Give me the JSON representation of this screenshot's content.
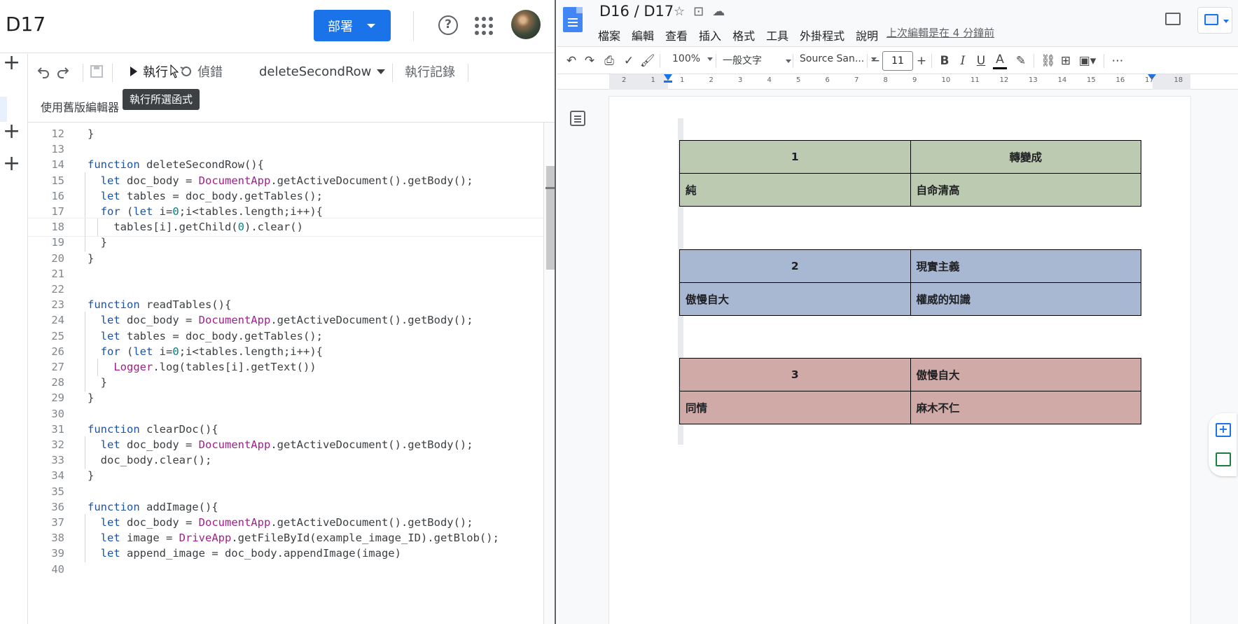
{
  "apps_script": {
    "project_title": "D17",
    "deploy_label": "部署",
    "toolbar": {
      "run_label": "執行",
      "debug_label": "偵錯",
      "function_selected": "deleteSecondRow",
      "exec_log_label": "執行記錄"
    },
    "tooltip": "執行所選函式",
    "legacy_editor_label": "使用舊版編輯器",
    "code_lines": [
      {
        "n": "12",
        "code": "}"
      },
      {
        "n": "13",
        "code": ""
      },
      {
        "n": "14",
        "code": "function deleteSecondRow(){"
      },
      {
        "n": "15",
        "code": "  let doc_body = DocumentApp.getActiveDocument().getBody();"
      },
      {
        "n": "16",
        "code": "  let tables = doc_body.getTables();"
      },
      {
        "n": "17",
        "code": "  for (let i=0;i<tables.length;i++){"
      },
      {
        "n": "18",
        "code": "    tables[i].getChild(0).clear()"
      },
      {
        "n": "19",
        "code": "  }"
      },
      {
        "n": "20",
        "code": "}"
      },
      {
        "n": "21",
        "code": ""
      },
      {
        "n": "22",
        "code": ""
      },
      {
        "n": "23",
        "code": "function readTables(){"
      },
      {
        "n": "24",
        "code": "  let doc_body = DocumentApp.getActiveDocument().getBody();"
      },
      {
        "n": "25",
        "code": "  let tables = doc_body.getTables();"
      },
      {
        "n": "26",
        "code": "  for (let i=0;i<tables.length;i++){"
      },
      {
        "n": "27",
        "code": "    Logger.log(tables[i].getText())"
      },
      {
        "n": "28",
        "code": "  }"
      },
      {
        "n": "29",
        "code": "}"
      },
      {
        "n": "30",
        "code": ""
      },
      {
        "n": "31",
        "code": "function clearDoc(){"
      },
      {
        "n": "32",
        "code": "  let doc_body = DocumentApp.getActiveDocument().getBody();"
      },
      {
        "n": "33",
        "code": "  doc_body.clear();"
      },
      {
        "n": "34",
        "code": "}"
      },
      {
        "n": "35",
        "code": ""
      },
      {
        "n": "36",
        "code": "function addImage(){"
      },
      {
        "n": "37",
        "code": "  let doc_body = DocumentApp.getActiveDocument().getBody();"
      },
      {
        "n": "38",
        "code": "  let image = DriveApp.getFileById(example_image_ID).getBlob();"
      },
      {
        "n": "39",
        "code": "  let append_image = doc_body.appendImage(image)"
      },
      {
        "n": "40",
        "code": ""
      }
    ]
  },
  "docs": {
    "title": "D16 / D17",
    "menu": [
      "檔案",
      "編輯",
      "查看",
      "插入",
      "格式",
      "工具",
      "外掛程式",
      "說明"
    ],
    "last_edit": "上次編輯是在 4 分鐘前",
    "toolbar": {
      "zoom": "100%",
      "style": "一般文字",
      "font": "Source San...",
      "font_size": "11"
    },
    "ruler_numbers": [
      "2",
      "1",
      "1",
      "2",
      "3",
      "4",
      "5",
      "6",
      "7",
      "8",
      "9",
      "10",
      "11",
      "12",
      "13",
      "14",
      "15",
      "16",
      "17",
      "18"
    ],
    "tables": [
      {
        "color": "#bccab2",
        "rows": [
          [
            "1",
            "轉變成"
          ],
          [
            "純",
            "自命清高"
          ]
        ]
      },
      {
        "color": "#a8b8d3",
        "rows": [
          [
            "2",
            "現實主義"
          ],
          [
            "傲慢自大",
            "權威的知識"
          ]
        ]
      },
      {
        "color": "#d0aaa7",
        "rows": [
          [
            "3",
            "傲慢自大"
          ],
          [
            "同情",
            "麻木不仁"
          ]
        ]
      }
    ]
  }
}
